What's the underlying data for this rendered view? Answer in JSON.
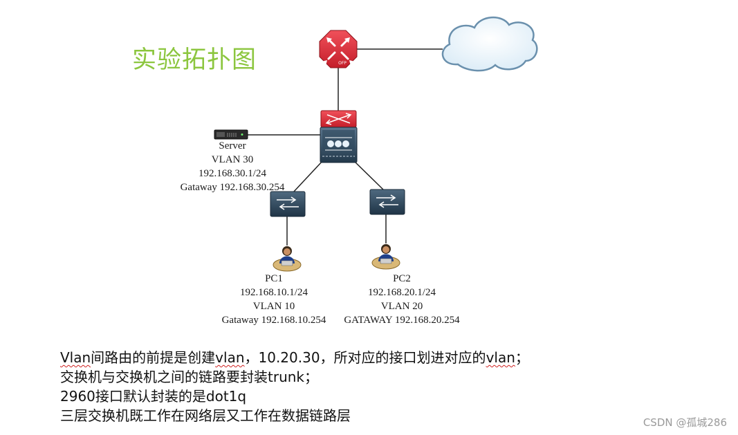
{
  "diagram": {
    "title": "实验拓扑图",
    "router_badge": "OFP",
    "server": {
      "name": "Server",
      "vlan": "VLAN 30",
      "ip": "192.168.30.1/24",
      "gateway": "Gataway 192.168.30.254"
    },
    "pc1": {
      "name": "PC1",
      "ip": "192.168.10.1/24",
      "vlan": "VLAN 10",
      "gateway": "Gataway 192.168.10.254"
    },
    "pc2": {
      "name": "PC2",
      "ip": "192.168.20.1/24",
      "vlan": "VLAN 20",
      "gateway": "GATAWAY 192.168.20.254"
    }
  },
  "notes": {
    "line1": {
      "a": "Vlan",
      "b": "间路由的前提是创建",
      "c": "vlan",
      "d": "，10.20.30，所对应的接口划进对应的",
      "e": "vlan",
      "f": "；"
    },
    "line2": "交换机与交换机之间的链路要封装trunk；",
    "line3": "2960接口默认封装的是dot1q",
    "line4": "三层交换机既工作在网络层又工作在数据链路层"
  },
  "watermark": "CSDN @孤城286"
}
